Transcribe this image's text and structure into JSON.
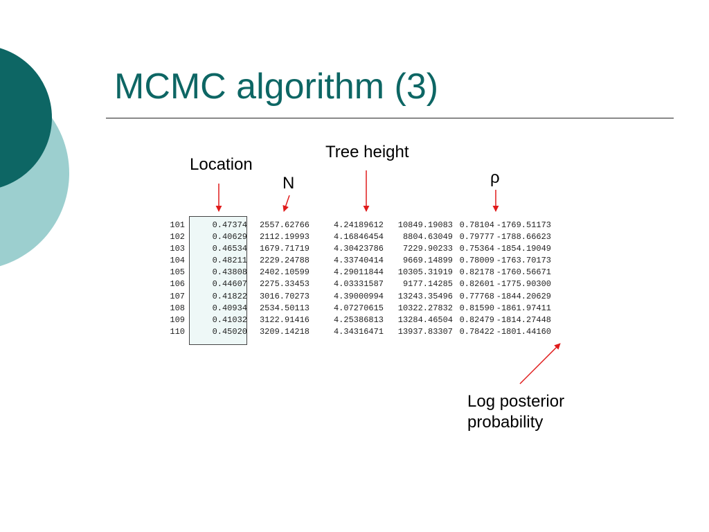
{
  "slide": {
    "title": "MCMC algorithm (3)"
  },
  "colors": {
    "title": "#0d6664",
    "circle_dark": "#0d6664",
    "circle_light": "#9ccfcf",
    "arrow": "#e01b1b"
  },
  "labels": {
    "location": "Location",
    "n": "N",
    "tree_height": "Tree height",
    "rho": "ρ",
    "log_posterior_line1": "Log posterior",
    "log_posterior_line2": "probability"
  },
  "table": {
    "rows": [
      [
        "101",
        "0.47374",
        "2557.62766",
        "4.24189612",
        "10849.19083",
        "0.78104",
        "-1769.51173"
      ],
      [
        "102",
        "0.40629",
        "2112.19993",
        "4.16846454",
        "8804.63049",
        "0.79777",
        "-1788.66623"
      ],
      [
        "103",
        "0.46534",
        "1679.71719",
        "4.30423786",
        "7229.90233",
        "0.75364",
        "-1854.19049"
      ],
      [
        "104",
        "0.48211",
        "2229.24788",
        "4.33740414",
        "9669.14899",
        "0.78009",
        "-1763.70173"
      ],
      [
        "105",
        "0.43808",
        "2402.10599",
        "4.29011844",
        "10305.31919",
        "0.82178",
        "-1760.56671"
      ],
      [
        "106",
        "0.44607",
        "2275.33453",
        "4.03331587",
        "9177.14285",
        "0.82601",
        "-1775.90300"
      ],
      [
        "107",
        "0.41822",
        "3016.70273",
        "4.39000994",
        "13243.35496",
        "0.77768",
        "-1844.20629"
      ],
      [
        "108",
        "0.40934",
        "2534.50113",
        "4.07270615",
        "10322.27832",
        "0.81590",
        "-1861.97411"
      ],
      [
        "109",
        "0.41032",
        "3122.91416",
        "4.25386813",
        "13284.46504",
        "0.82479",
        "-1814.27448"
      ],
      [
        "110",
        "0.45020",
        "3209.14218",
        "4.34316471",
        "13937.83307",
        "0.78422",
        "-1801.44160"
      ]
    ]
  }
}
